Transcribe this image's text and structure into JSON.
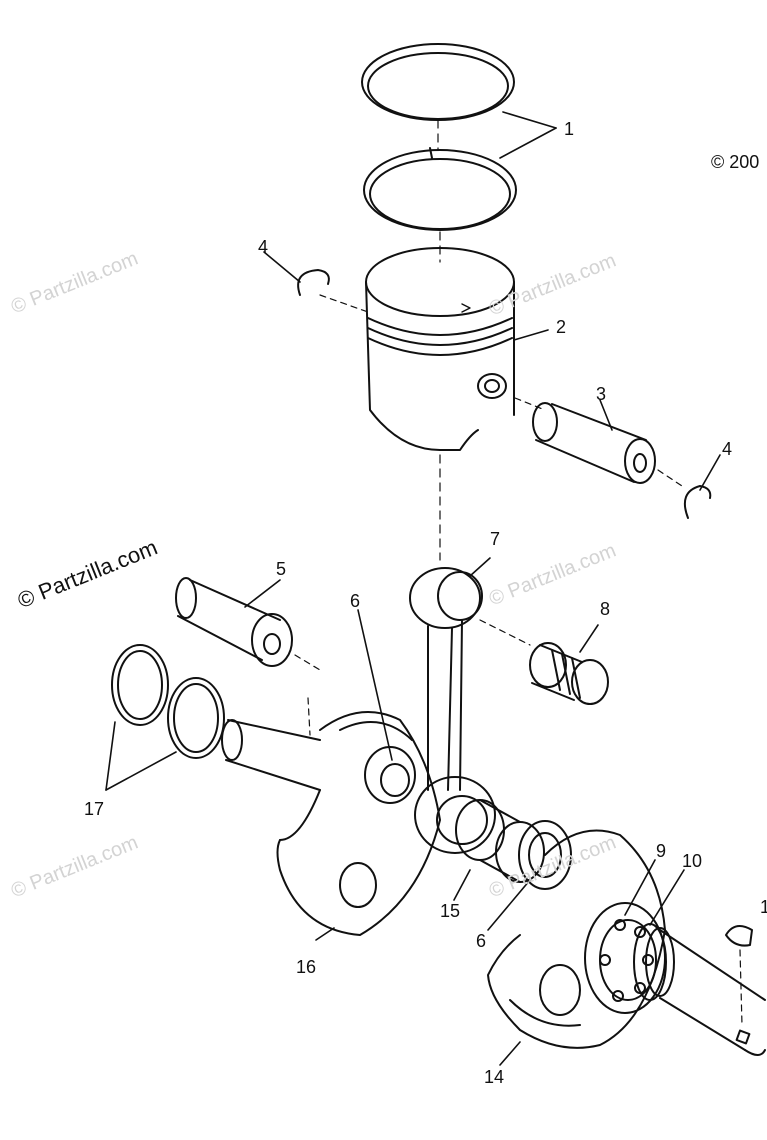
{
  "copyright": "© 200",
  "watermarks": {
    "main": "© Partzilla.com",
    "faint": "© Partzilla.com"
  },
  "callouts": {
    "c1": "1",
    "c2": "2",
    "c3": "3",
    "c4a": "4",
    "c4b": "4",
    "c5": "5",
    "c6a": "6",
    "c6b": "6",
    "c7": "7",
    "c8": "8",
    "c9": "9",
    "c10": "10",
    "c11": "1",
    "c14": "14",
    "c15": "15",
    "c16": "16",
    "c17": "17"
  }
}
